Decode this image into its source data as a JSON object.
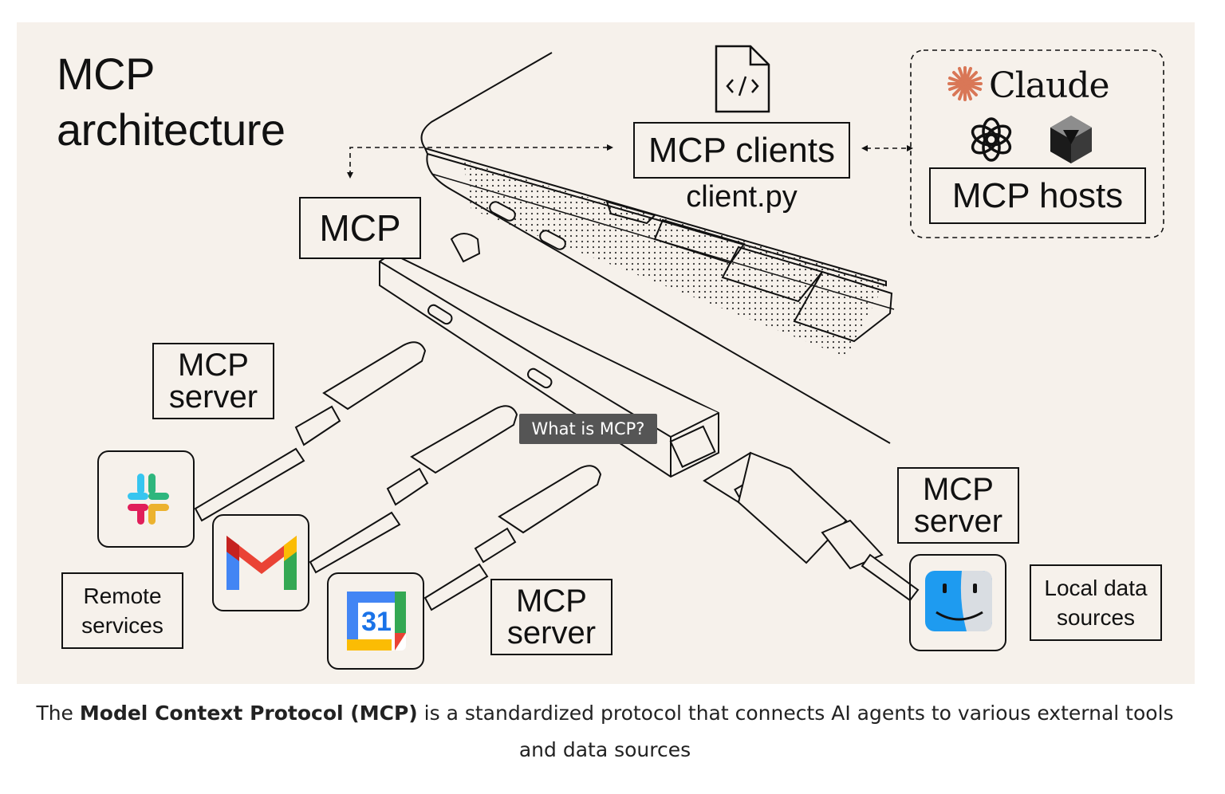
{
  "diagram": {
    "title_line1": "MCP",
    "title_line2": "architecture",
    "labels": {
      "mcp_clients": "MCP clients",
      "client_file": "client.py",
      "mcp_hosts": "MCP hosts",
      "claude": "Claude",
      "mcp": "MCP",
      "server_top_line1": "MCP",
      "server_top_line2": "server",
      "server_mid_line1": "MCP",
      "server_mid_line2": "server",
      "server_right_line1": "MCP",
      "server_right_line2": "server",
      "remote_line1": "Remote",
      "remote_line2": "services",
      "local_line1": "Local data",
      "local_line2": "sources",
      "tooltip": "What is MCP?",
      "calendar_day": "31"
    },
    "icons": [
      "code-file-icon",
      "claude-logo",
      "openai-logo",
      "perplexity-logo",
      "slack-icon",
      "gmail-icon",
      "google-calendar-icon",
      "finder-icon"
    ],
    "colors": {
      "background": "#f6f1eb",
      "claude_accent": "#d97757",
      "tooltip_bg": "#555555"
    }
  },
  "caption": {
    "prefix": "The ",
    "bold": "Model Context Protocol (MCP)",
    "suffix": " is a standardized protocol that connects AI agents to various external tools",
    "line2": "and data sources"
  }
}
